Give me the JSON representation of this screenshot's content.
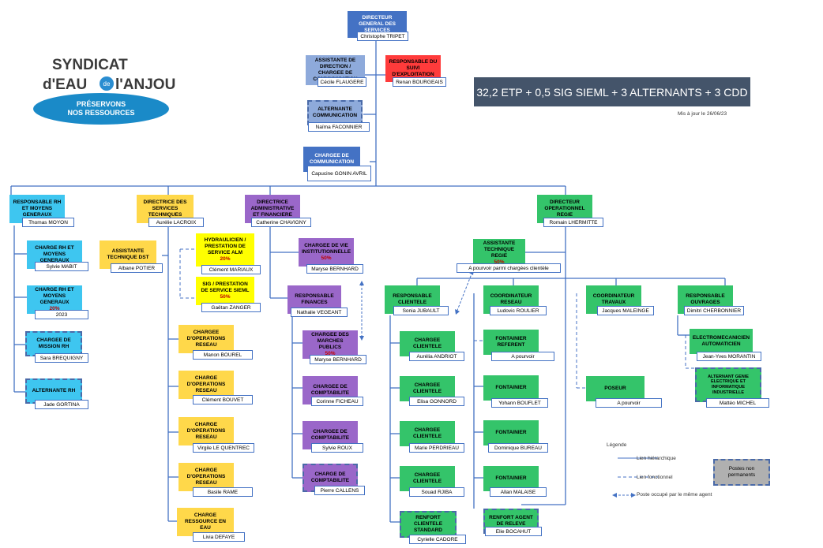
{
  "colors": {
    "blue": "#4472c4",
    "light_blue": "#8eaadb",
    "red": "#ff3b3b",
    "cyan": "#3ec6f0",
    "yellow": "#ffd84a",
    "bright_yellow": "#ffff00",
    "purple": "#9a67c9",
    "green": "#34c46a",
    "gray": "#b0b0b0",
    "banner": "#44546a"
  },
  "logo": {
    "line1": "SYNDICAT",
    "line2a": "d'EAU",
    "line2b": "de",
    "line2c": "l'ANJOU",
    "slogan1": "PRÉSERVONS",
    "slogan2": "NOS RESSOURCES"
  },
  "banner": "32,2 ETP + 0,5 SIG SIEML + 3 ALTERNANTS + 3 CDD",
  "updated": "Mis à jour le 26/06/23",
  "top": {
    "dgs": {
      "title": "DIRECTEUR GENERAL DES SERVICES",
      "name": "Christophe TRIPET"
    },
    "assistante": {
      "title": "ASSISTANTE DE DIRECTION / CHARGEE DE COMMUNICATION",
      "name": "Cécile FLAUGERE"
    },
    "suivi": {
      "title": "RESPONSABLE DU SUIVI D'EXPLOITATION",
      "name": "Renan BOURGEAIS"
    },
    "alternante": {
      "title": "ALTERNANTE COMMUNICATION",
      "name": "Naïma FACONNIER"
    },
    "communication": {
      "title": "CHARGEE DE COMMUNICATION",
      "name": "Capucine GONIN AVRIL"
    }
  },
  "rh": {
    "head": {
      "title": "RESPONSABLE RH ET MOYENS GENERAUX",
      "name": "Thomas MOYON"
    },
    "c1": {
      "title": "CHARGE RH ET MOYENS GENERAUX",
      "name": "Sylvie MABIT"
    },
    "c2": {
      "title": "CHARGE RH ET MOYENS GENERAUX",
      "pct": "20%",
      "name": "2023"
    },
    "c3": {
      "title": "CHARGEE DE MISSION RH",
      "name": "Sara BREQUIGNY"
    },
    "c4": {
      "title": "ALTERNANTE RH",
      "name": "Jade GORTINA"
    }
  },
  "tech": {
    "head": {
      "title": "DIRECTRICE DES SERVICES TECHNIQUES",
      "name": "Aurélie LACROIX"
    },
    "assistante": {
      "title": "ASSISTANTE TECHNIQUE DST",
      "name": "Albane POTIER"
    },
    "hydro": {
      "title": "HYDRAULICIEN / PRESTATION DE SERVICE ALM",
      "pct": "20%",
      "name": "Clément MARIAUX"
    },
    "sig": {
      "title": "SIG / PRESTATION DE SERVICE SIEML",
      "pct": "50%",
      "name": "Gaëtan ZANGER"
    },
    "c1": {
      "title": "CHARGEE D'OPERATIONS RESEAU",
      "name": "Manon BOUREL"
    },
    "c2": {
      "title": "CHARGE D'OPERATIONS RESEAU",
      "name": "Clément BOUVET"
    },
    "c3": {
      "title": "CHARGE D'OPERATIONS RESEAU",
      "name": "Virgile LE QUENTREC"
    },
    "c4": {
      "title": "CHARGE D'OPERATIONS RESEAU",
      "name": "Basile RAME"
    },
    "c5": {
      "title": "CHARGE RESSOURCE EN EAU",
      "name": "Livia DEFAYE"
    }
  },
  "admin": {
    "head": {
      "title": "DIRECTRICE ADMINISTRATIVE ET FINANCIERE",
      "name": "Catherine CHAVIGNY"
    },
    "vie": {
      "title": "CHARGEE DE VIE INSTITUTIONNELLE",
      "pct": "50%",
      "name": "Maryse BERNHARD"
    },
    "fin": {
      "title": "RESPONSABLE FINANCES",
      "name": "Nathalie VEGEANT"
    },
    "mp": {
      "title": "CHARGEE DES MARCHES PUBLICS",
      "pct": "50%",
      "name": "Maryse BERNHARD"
    },
    "cpt1": {
      "title": "CHARGEE DE COMPTABILITE",
      "name": "Corinne FICHEAU"
    },
    "cpt2": {
      "title": "CHARGEE DE COMPTABILITE",
      "name": "Sylvie ROUX"
    },
    "cpt3": {
      "title": "CHARGE DE COMPTABILITE",
      "name": "Pierre CALLENS"
    }
  },
  "regie": {
    "head": {
      "title": "DIRECTEUR OPERATIONNEL REGIE",
      "name": "Romain LHERMITTE"
    },
    "assistante": {
      "title": "ASSISTANTE TECHNIQUE REGIE",
      "pct": "50%",
      "name": "A pourvoir parmi chargées clientèle"
    },
    "clientele": {
      "title": "RESPONSABLE CLIENTELE",
      "name": "Sonia JUBAULT"
    },
    "cc1": {
      "title": "CHARGEE CLIENTELE",
      "name": "Aurélia ANDRIOT"
    },
    "cc2": {
      "title": "CHARGEE CLIENTELE",
      "name": "Elisa GONNORD"
    },
    "cc3": {
      "title": "CHARGEE CLIENTELE",
      "name": "Marie PERDRIEAU"
    },
    "cc4": {
      "title": "CHARGEE CLIENTELE",
      "name": "Souad RJIBA"
    },
    "renfort": {
      "title": "RENFORT CLIENTELE STANDARD",
      "name": "Cyrielle CADORE"
    },
    "reseau": {
      "title": "COORDINATEUR RESEAU",
      "name": "Ludovic ROULIER"
    },
    "f0": {
      "title": "FONTAINIER REFERENT",
      "name": "A pourvoir"
    },
    "f1": {
      "title": "FONTAINIER",
      "name": "Yohann BOUFLET"
    },
    "f2": {
      "title": "FONTAINIER",
      "name": "Dominique BUREAU"
    },
    "f3": {
      "title": "FONTAINIER",
      "name": "Allan MALAISE"
    },
    "releve": {
      "title": "RENFORT AGENT DE RELEVE",
      "name": "Elie BOCAHUT"
    },
    "travaux": {
      "title": "COORDINATEUR TRAVAUX",
      "name": "Jacques MALEINGE"
    },
    "poseur": {
      "title": "POSEUR",
      "name": "A pourvoir"
    },
    "ouvrages": {
      "title": "RESPONSABLE OUVRAGES",
      "name": "Dimitri CHERBONNIER"
    },
    "electro": {
      "title": "ELECTROMECANICIEN AUTOMATICIEN",
      "name": "Jean-Yves MORANTIN"
    },
    "alt": {
      "title": "ALTERNANT GENIE ELECTRIQUE ET INFORMATIQUE INDUSTRIELLE",
      "name": "Mattéo MICHEL"
    }
  },
  "legend": {
    "title": "Légende",
    "hier": "Lien hiérarchique",
    "func": "Lien fonctionnel",
    "same": "Poste occupé par le même agent",
    "non_perm": "Postes non permanents"
  }
}
